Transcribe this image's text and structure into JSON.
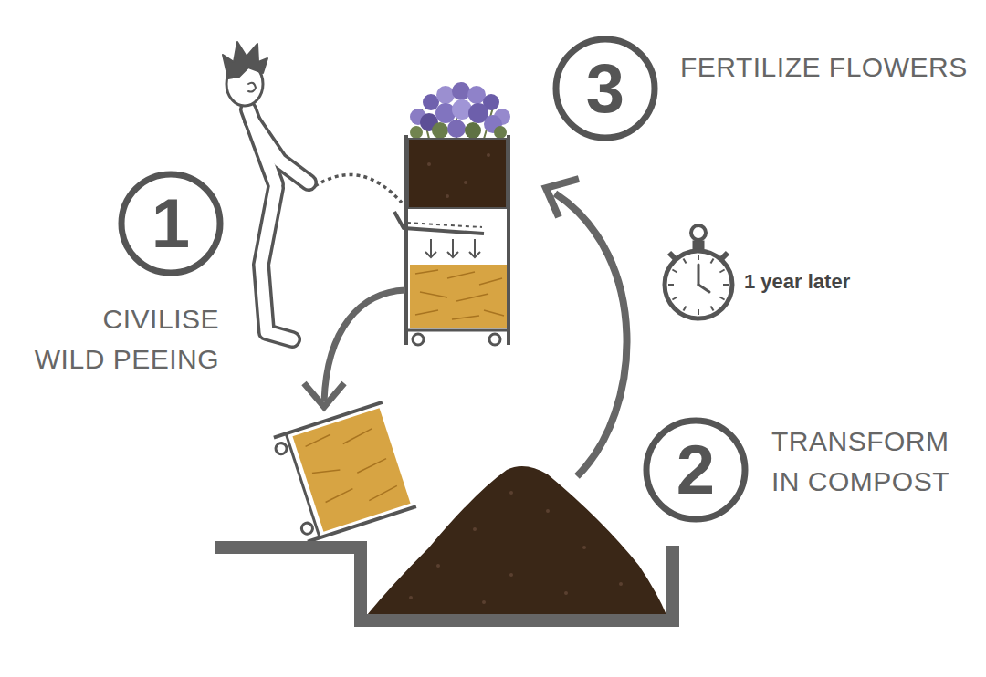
{
  "diagram": {
    "nodes": [
      {
        "text": [
          "1",
          "CIVILISE WILD PEEING"
        ]
      },
      {
        "text": [
          "2",
          "TRANSFORM IN COMPOST"
        ]
      },
      {
        "text": [
          "3",
          "FERTILIZE FLOWERS"
        ]
      }
    ],
    "labels": [
      "1 year later"
    ]
  }
}
